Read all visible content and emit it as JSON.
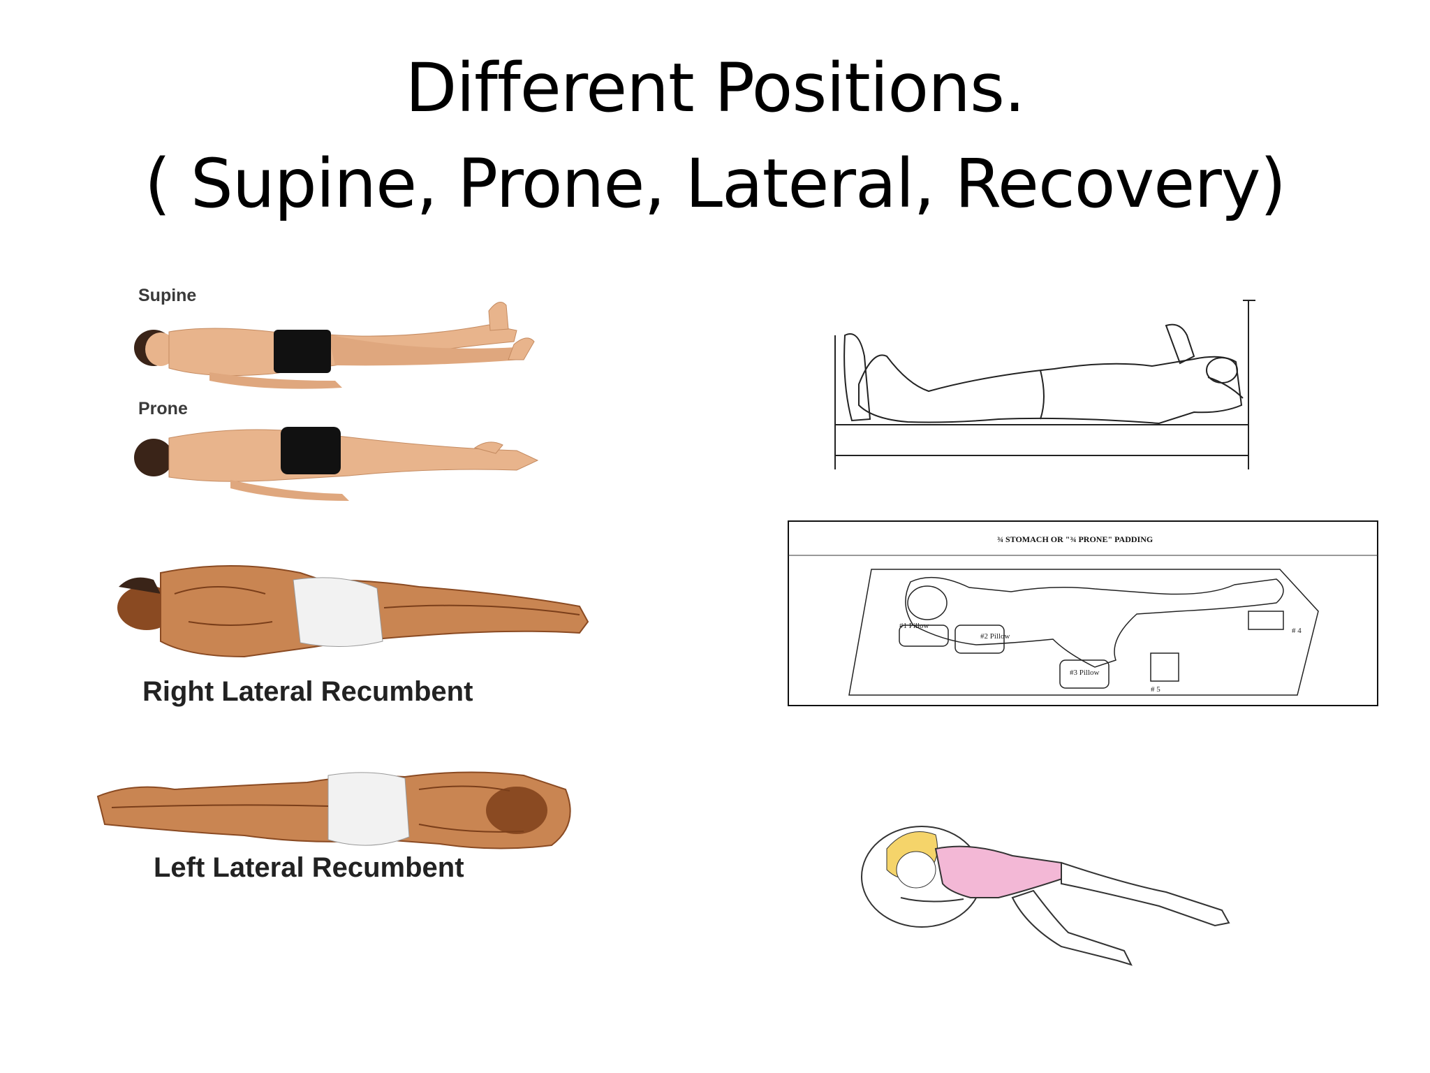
{
  "slide": {
    "title_line1": "Different Positions.",
    "title_line2": "( Supine, Prone, Lateral, Recovery)"
  },
  "figures": {
    "supine_label": "Supine",
    "prone_label": "Prone",
    "right_lateral_label": "Right Lateral Recumbent",
    "left_lateral_label": "Left Lateral Recumbent",
    "padding_title": "¾ STOMACH OR \"¾ PRONE\" PADDING",
    "pillow_1": "#1 Pillow",
    "pillow_2": "#2 Pillow",
    "pillow_3": "#3 Pillow",
    "marker_4": "# 4",
    "marker_5": "# 5"
  },
  "colors": {
    "skin": "#e8b48c",
    "skin_dark": "#b8703f",
    "shorts": "#111111",
    "briefs": "#f2f2f2",
    "gown": "#f3b8d6",
    "hair": "#f5d46a"
  }
}
